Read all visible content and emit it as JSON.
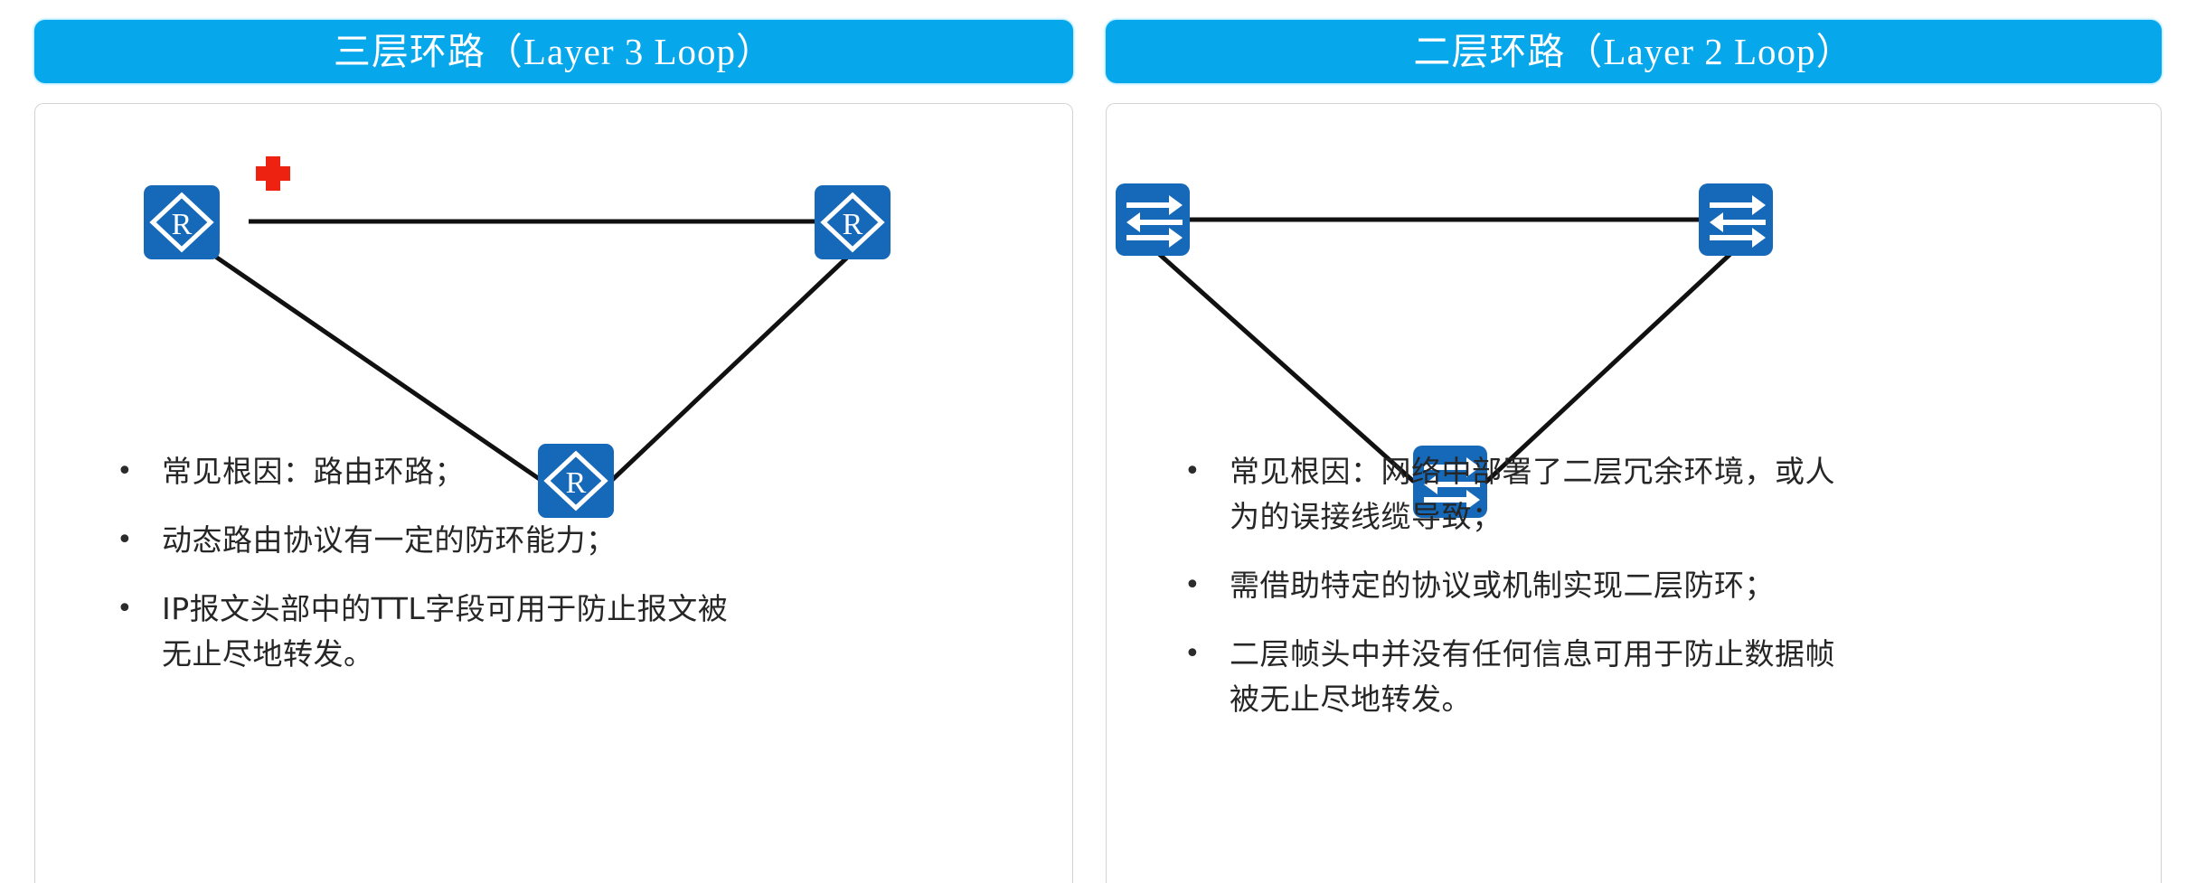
{
  "panels": [
    {
      "id": "layer3",
      "title": "三层环路（Layer 3 Loop）",
      "header_color": "#07a7ec",
      "device_icon": "router-icon",
      "device_label": "R",
      "device_color": "#1668b8",
      "marker": {
        "name": "red-cross-marker",
        "color": "#ee2211"
      },
      "bullet_char": "•",
      "bullets": [
        "常见根因：路由环路；",
        "动态路由协议有一定的防环能力；",
        "IP报文头部中的TTL字段可用于防止报文被无止尽地转发。"
      ]
    },
    {
      "id": "layer2",
      "title": "二层环路（Layer 2 Loop）",
      "header_color": "#07a7ec",
      "device_icon": "switch-icon",
      "device_label": "",
      "device_color": "#1668b8",
      "marker": null,
      "bullet_char": "•",
      "bullets": [
        "常见根因：网络中部署了二层冗余环境，或人为的误接线缆导致；",
        "需借助特定的协议或机制实现二层防环；",
        "二层帧头中并没有任何信息可用于防止数据帧被无止尽地转发。"
      ]
    }
  ]
}
